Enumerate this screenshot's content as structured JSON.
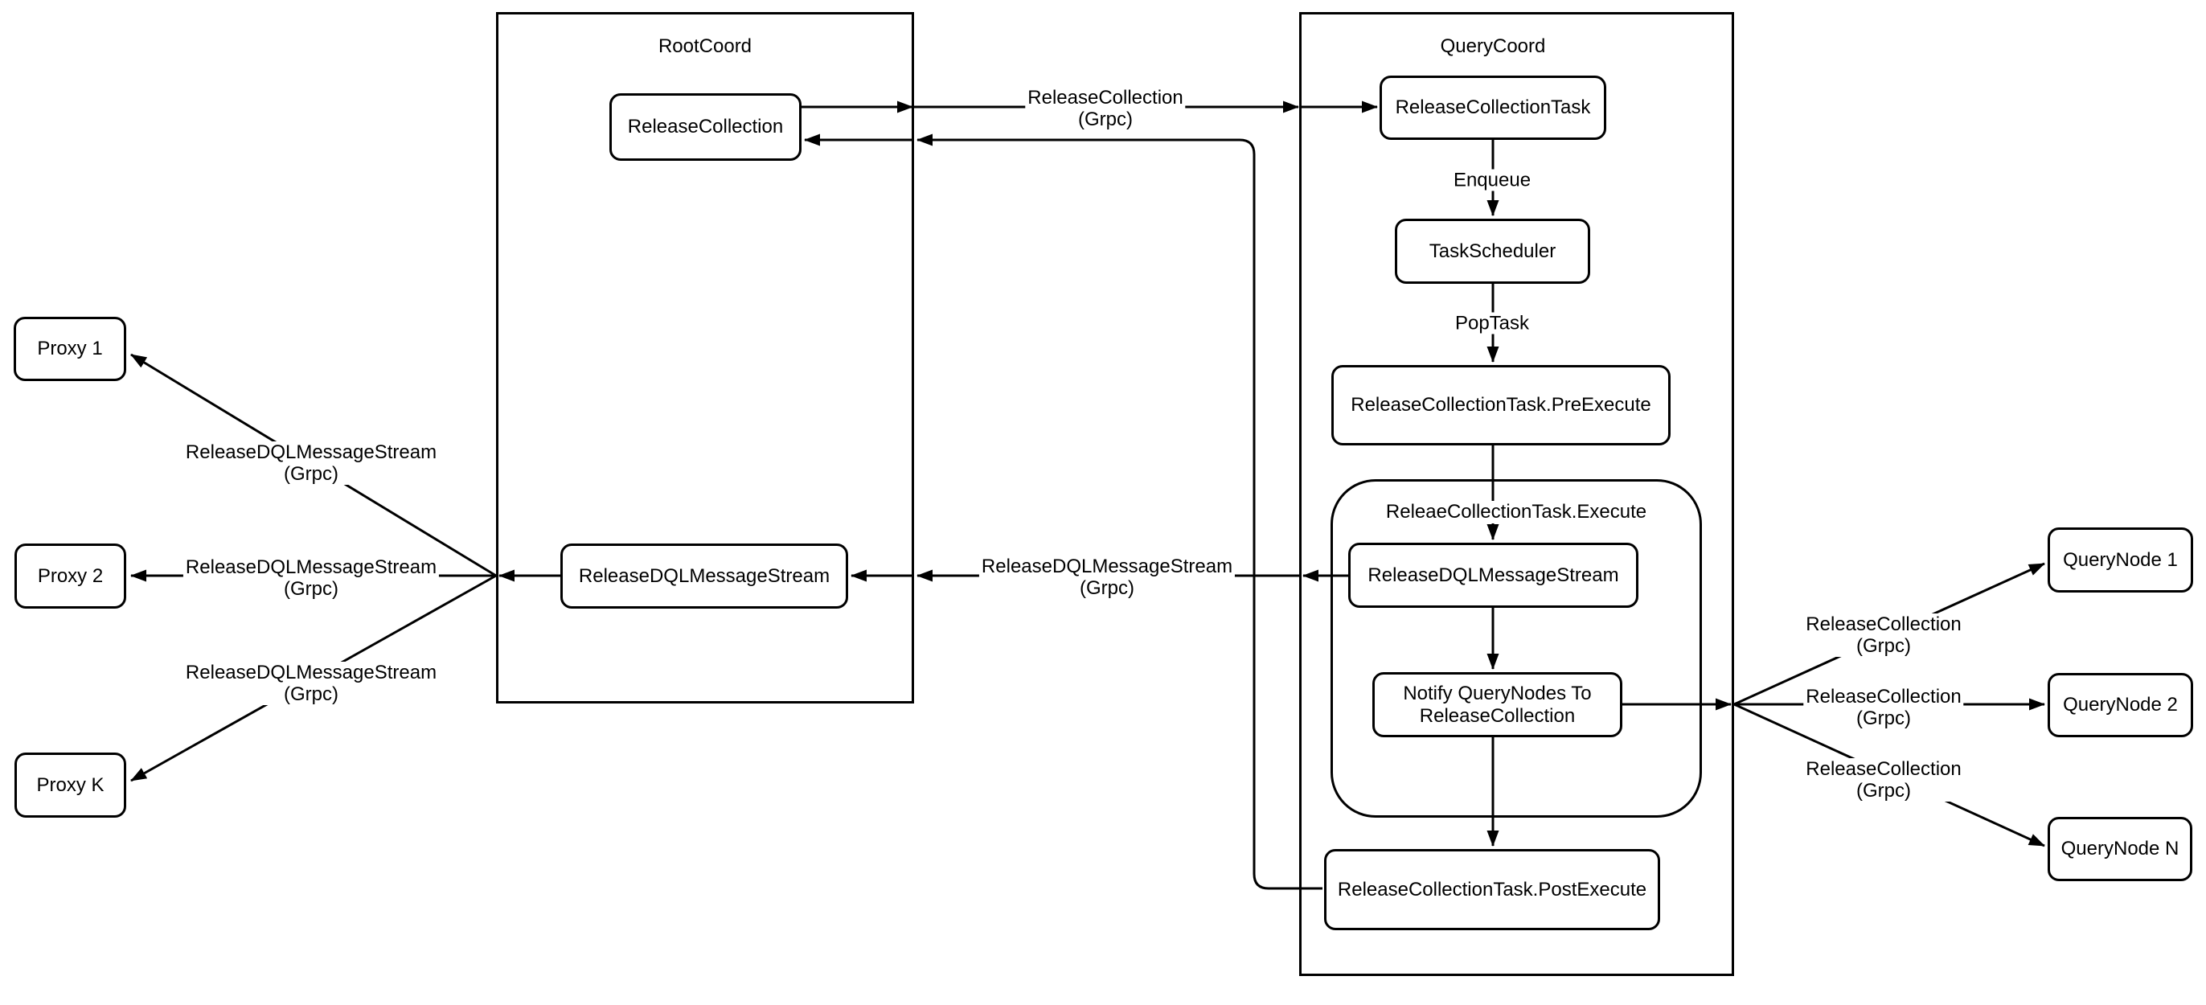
{
  "diagram": {
    "colors": {
      "stroke": "#000000",
      "node_fill": "#ffffff",
      "text": "#000000"
    },
    "containers": {
      "rootcoord": {
        "title": "RootCoord"
      },
      "querycoord": {
        "title": "QueryCoord"
      },
      "execute_group": {
        "title": "ReleaeCollectionTask.Execute"
      }
    },
    "nodes": {
      "release_collection": {
        "label": "ReleaseCollection"
      },
      "root_dql_stream": {
        "label": "ReleaseDQLMessageStream"
      },
      "release_collection_task": {
        "label": "ReleaseCollectionTask"
      },
      "task_scheduler": {
        "label": "TaskScheduler"
      },
      "pre_execute": {
        "label": "ReleaseCollectionTask.PreExecute"
      },
      "exec_dql_stream": {
        "label": "ReleaseDQLMessageStream"
      },
      "notify_querynodes": {
        "label": "Notify QueryNodes To ReleaseCollection"
      },
      "post_execute": {
        "label": "ReleaseCollectionTask.PostExecute"
      },
      "proxy_1": {
        "label": "Proxy 1"
      },
      "proxy_2": {
        "label": "Proxy 2"
      },
      "proxy_k": {
        "label": "Proxy K"
      },
      "querynode_1": {
        "label": "QueryNode 1"
      },
      "querynode_2": {
        "label": "QueryNode 2"
      },
      "querynode_n": {
        "label": "QueryNode N"
      }
    },
    "edge_labels": {
      "release_collection_grpc": {
        "line1": "ReleaseCollection",
        "line2": "(Grpc)"
      },
      "enqueue": {
        "text": "Enqueue"
      },
      "pop_task": {
        "text": "PopTask"
      },
      "dql_center": {
        "line1": "ReleaseDQLMessageStream",
        "line2": "(Grpc)"
      },
      "dql_proxy1": {
        "line1": "ReleaseDQLMessageStream",
        "line2": "(Grpc)"
      },
      "dql_proxy2": {
        "line1": "ReleaseDQLMessageStream",
        "line2": "(Grpc)"
      },
      "dql_proxyk": {
        "line1": "ReleaseDQLMessageStream",
        "line2": "(Grpc)"
      },
      "rc_querynode1": {
        "line1": "ReleaseCollection",
        "line2": "(Grpc)"
      },
      "rc_querynode2": {
        "line1": "ReleaseCollection",
        "line2": "(Grpc)"
      },
      "rc_querynoden": {
        "line1": "ReleaseCollection",
        "line2": "(Grpc)"
      }
    }
  }
}
